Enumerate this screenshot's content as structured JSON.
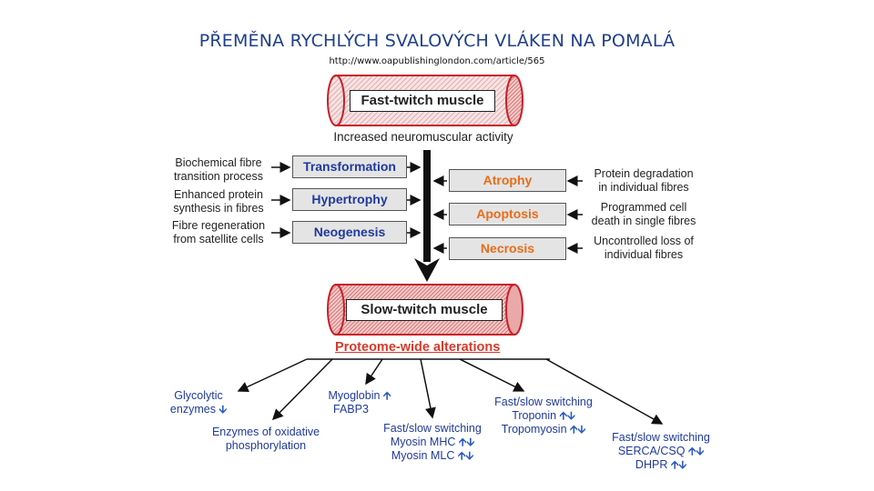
{
  "title": "PŘEMĚNA RYCHLÝCH SVALOVÝCH VLÁKEN NA POMALÁ",
  "url": "http://www.oapublishinglondon.com/article/565",
  "fast_muscle": "Fast-twitch muscle",
  "activity": "Increased neuromuscular activity",
  "left_notes": [
    {
      "line1": "Biochemical fibre",
      "line2": "transition process"
    },
    {
      "line1": "Enhanced protein",
      "line2": "synthesis in fibres"
    },
    {
      "line1": "Fibre regeneration",
      "line2": "from satellite cells"
    }
  ],
  "blue_boxes": [
    "Transformation",
    "Hypertrophy",
    "Neogenesis"
  ],
  "orange_boxes": [
    "Atrophy",
    "Apoptosis",
    "Necrosis"
  ],
  "right_notes": [
    {
      "line1": "Protein degradation",
      "line2": "in individual fibres"
    },
    {
      "line1": "Programmed cell",
      "line2": "death in single fibres"
    },
    {
      "line1": "Uncontrolled loss of",
      "line2": "individual fibres"
    }
  ],
  "slow_muscle": "Slow-twitch muscle",
  "proteome": "Proteome-wide alterations",
  "up_symbol": "🡩",
  "down_symbol": "🡫",
  "outcomes": {
    "glycolytic": {
      "line1": "Glycolytic",
      "line2": "enzymes"
    },
    "oxidative": {
      "line1": "Enzymes of oxidative",
      "line2": "phosphorylation"
    },
    "myoglobin": {
      "line1": "Myoglobin",
      "line2": "FABP3"
    },
    "myosin": {
      "line1": "Fast/slow switching",
      "line2": "Myosin MHC",
      "line3": "Myosin MLC"
    },
    "troponin": {
      "line1": "Fast/slow switching",
      "line2": "Troponin",
      "line3": "Tropomyosin"
    },
    "serca": {
      "line1": "Fast/slow switching",
      "line2": "SERCA/CSQ",
      "line3": "DHPR"
    }
  },
  "colors": {
    "title": "#1f3f8c",
    "blue_text": "#1f3a9e",
    "orange_text": "#e86c1a",
    "proteome_red": "#d63a2a",
    "cylinder_red": "#c8202a"
  }
}
